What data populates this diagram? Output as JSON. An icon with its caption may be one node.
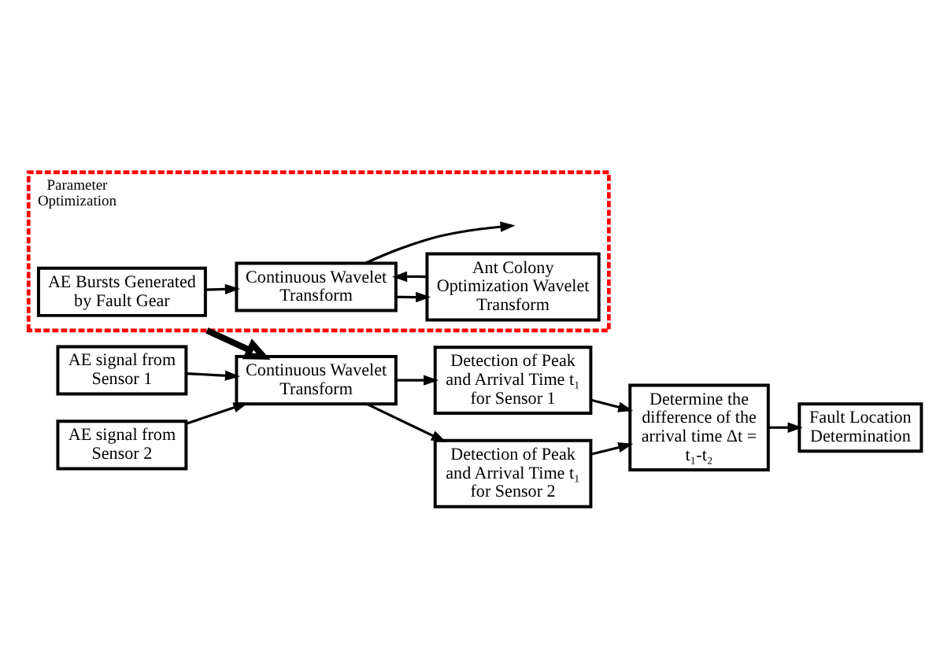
{
  "diagram": {
    "nodes": [
      {
        "text": [
          "Parameter Optimization"
        ]
      },
      {
        "text": [
          "AE Bursts Generated by Fault Gear"
        ],
        "in": 0
      },
      {
        "text": [
          "Continuous Wavelet Transform"
        ],
        "in": 0
      },
      {
        "text": [
          "Ant Colony Optimization Wavelet Transform"
        ],
        "in": 0
      },
      {
        "text": [
          "AE signal from Sensor 1"
        ]
      },
      {
        "text": [
          "AE signal from Sensor 2"
        ]
      },
      {
        "text": [
          "Continuous Wavelet Transform"
        ]
      },
      {
        "text": [
          "Detection of Peak and Arrival Time t₁ for Sensor 1"
        ]
      },
      {
        "text": [
          "Detection of Peak and Arrival Time t₁ for Sensor 2"
        ]
      },
      {
        "text": [
          "Determine the difference of the arrival time Δt = t₁-t₂"
        ]
      },
      {
        "text": [
          "Fault Location Determination"
        ]
      }
    ],
    "edges": [
      {
        "from": 1,
        "to": 2,
        "arrow": "to"
      },
      {
        "from": 2,
        "to": 3,
        "arrow": "to"
      },
      {
        "from": 3,
        "to": 2,
        "arrow": "to"
      },
      {
        "from": 2,
        "to": null,
        "arrow": "to"
      },
      {
        "from": 0,
        "to": 6,
        "arrow": "to",
        "style": "thick"
      },
      {
        "from": 4,
        "to": 6,
        "arrow": "to"
      },
      {
        "from": 5,
        "to": 6,
        "arrow": "to"
      },
      {
        "from": 6,
        "to": 7,
        "arrow": "to"
      },
      {
        "from": 6,
        "to": 8,
        "arrow": "to"
      },
      {
        "from": 7,
        "to": 9,
        "arrow": "to"
      },
      {
        "from": 8,
        "to": 9,
        "arrow": "to"
      },
      {
        "from": 9,
        "to": 10,
        "arrow": "to"
      }
    ]
  }
}
